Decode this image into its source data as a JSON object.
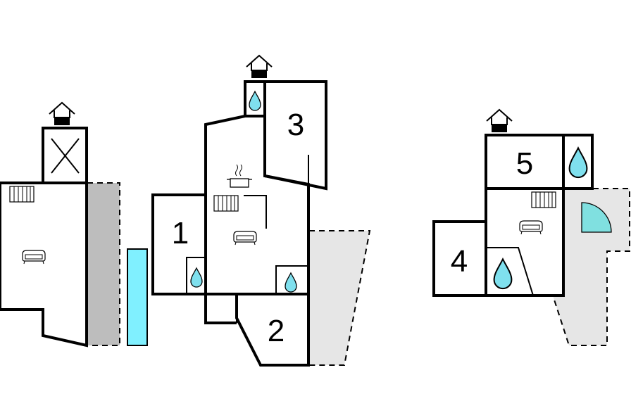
{
  "rooms": [
    {
      "number": "1"
    },
    {
      "number": "2"
    },
    {
      "number": "3"
    },
    {
      "number": "4"
    },
    {
      "number": "5"
    }
  ],
  "colors": {
    "water": "#7fe0ee",
    "pool": "#80f0ff",
    "terrace_dark": "#bdbdbd",
    "terrace_light": "#e6e6e6",
    "wall": "#000000"
  },
  "icons": [
    "entrance-house-icon",
    "fireplace-icon",
    "radiator-icon",
    "sofa-icon",
    "water-drop-icon",
    "kitchen-pot-icon",
    "shower-quarter-icon"
  ]
}
